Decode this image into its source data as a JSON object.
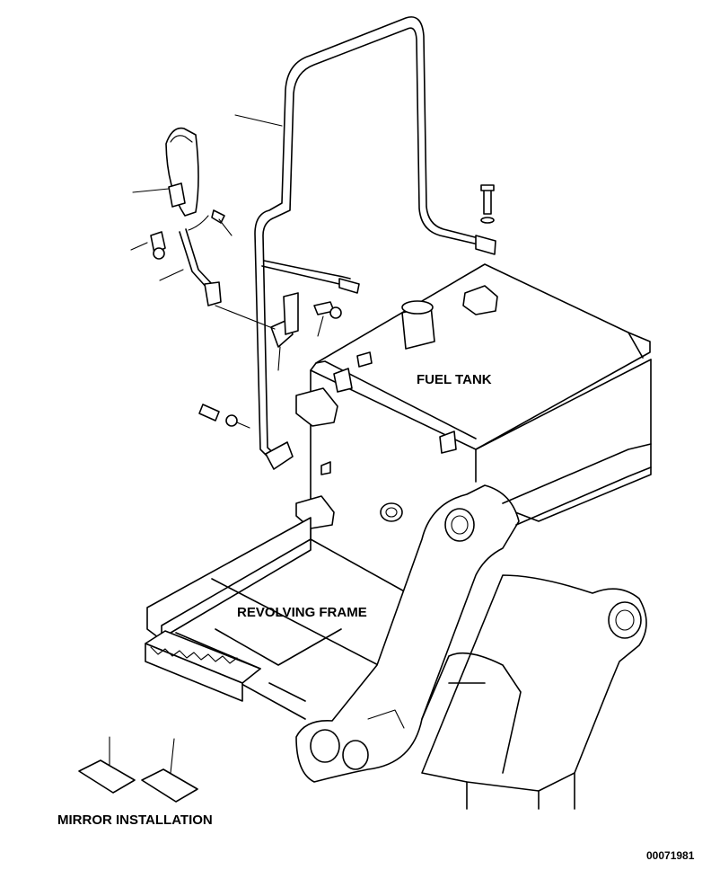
{
  "labels": {
    "fuel_tank": "FUEL TANK",
    "revolving_frame": "REVOLVING FRAME",
    "mirror_installation": "MIRROR INSTALLATION",
    "drawing_number": "00071981"
  },
  "colors": {
    "line": "#000000",
    "background": "#ffffff"
  }
}
